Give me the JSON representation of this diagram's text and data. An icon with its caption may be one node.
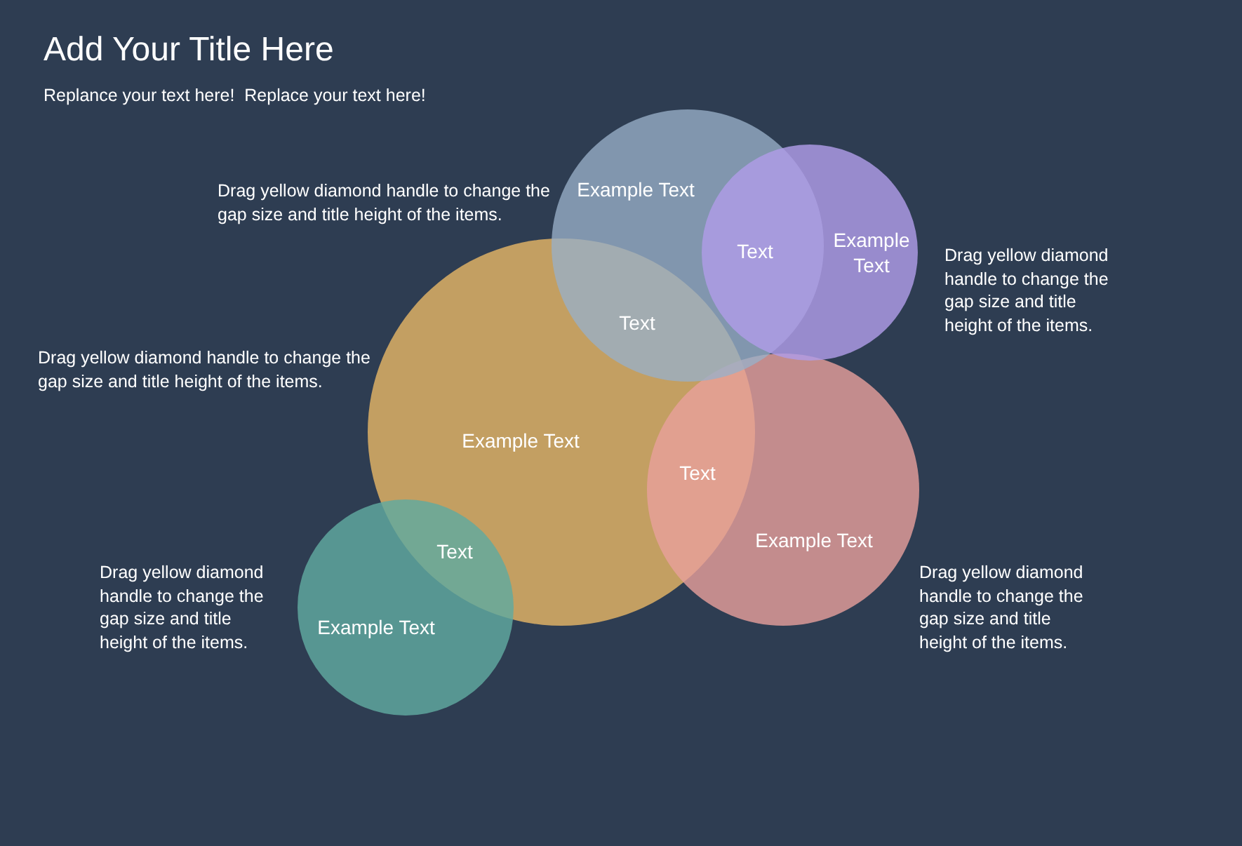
{
  "diagram": {
    "title": "Add Your Title Here",
    "caption": "Replance your text here!  Replace your text here!",
    "nodes": [
      {
        "text": [
          "Example Text"
        ]
      },
      {
        "text": [
          "Example Text"
        ]
      },
      {
        "text": [
          "Example Text"
        ]
      },
      {
        "text": [
          "Example Text"
        ]
      },
      {
        "text": [
          "Example Text"
        ]
      }
    ],
    "labels": [
      "Drag yellow diamond handle to change the gap size and title height of the items.",
      "Text",
      "Drag yellow diamond handle to change the gap size and title height of the items.",
      "Text",
      "Drag yellow diamond handle to change the gap size and title height of the items.",
      "Text",
      "Text",
      "Drag yellow diamond handle to change the gap size and title height of the items.",
      "Drag yellow diamond handle to change the gap size and title height of the items."
    ]
  }
}
